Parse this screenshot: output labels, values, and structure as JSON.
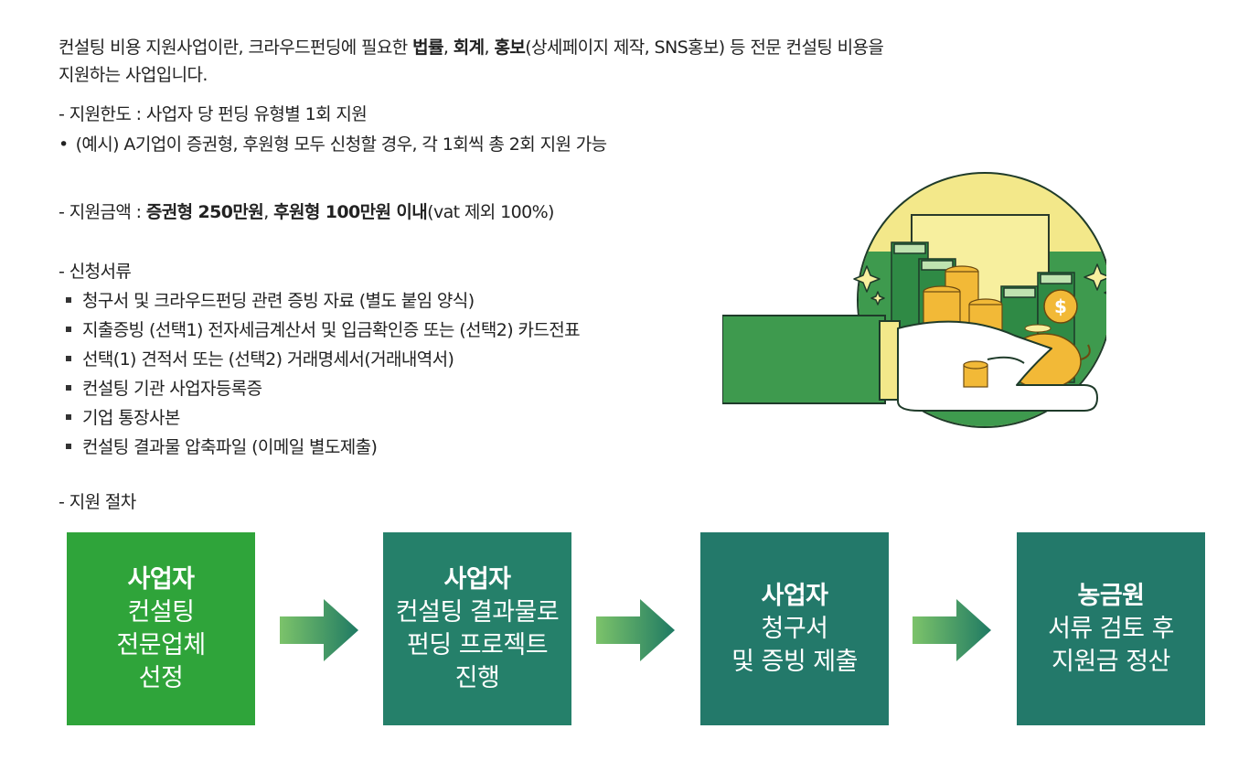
{
  "intro": {
    "line1_pre": "컨설팅 비용 지원사업이란, 크라우드펀딩에 필요한 ",
    "bold1": "법률",
    "sep1": ", ",
    "bold2": "회계",
    "sep2": ", ",
    "bold3": "홍보",
    "line1_post": "(상세페이지 제작, SNS홍보) 등 전문 컨설팅 비용을",
    "line2": "지원하는 사업입니다."
  },
  "limit": {
    "label": "- 지원한도 : 사업자 당 펀딩 유형별 1회 지원",
    "example": "(예시) A기업이 증권형, 후원형 모두 신청할 경우, 각 1회씩 총 2회 지원 가능"
  },
  "amount": {
    "label": "- 지원금액 : ",
    "bold1": "증권형 250만원",
    "sep": ", ",
    "bold2": "후원형 100만원 이내",
    "suffix": "(vat 제외 100%)"
  },
  "documents": {
    "label": "- 신청서류",
    "items": [
      "청구서 및 크라우드펀딩 관련 증빙 자료 (별도 붙임 양식)",
      "지출증빙 (선택1) 전자세금계산서 및 입금확인증 또는 (선택2) 카드전표",
      "선택(1) 견적서 또는 (선택2) 거래명세서(거래내역서)",
      "컨설팅 기관 사업자등록증",
      "기업 통장사본",
      "컨설팅 결과물 압축파일 (이메일 별도제출)"
    ]
  },
  "procedure": {
    "label": "-  지원 절차",
    "steps": [
      {
        "title": "사업자",
        "lines": [
          "컨설팅",
          "전문업체",
          "선정"
        ]
      },
      {
        "title": "사업자",
        "lines": [
          "컨설팅 결과물로",
          "펀딩 프로젝트",
          "진행"
        ]
      },
      {
        "title": "사업자",
        "lines": [
          "청구서",
          "및 증빙 제출"
        ]
      },
      {
        "title": "농금원",
        "lines": [
          "서류 검토 후",
          "지원금 정산"
        ]
      }
    ]
  },
  "illustration": {
    "icon": "money-hand-piggybank-illustration",
    "coin_symbol": "$"
  },
  "colors": {
    "step1": "#2fa43a",
    "step_other": "#23796a",
    "arrow_start": "#7cc36a",
    "arrow_end": "#1f7a63"
  }
}
